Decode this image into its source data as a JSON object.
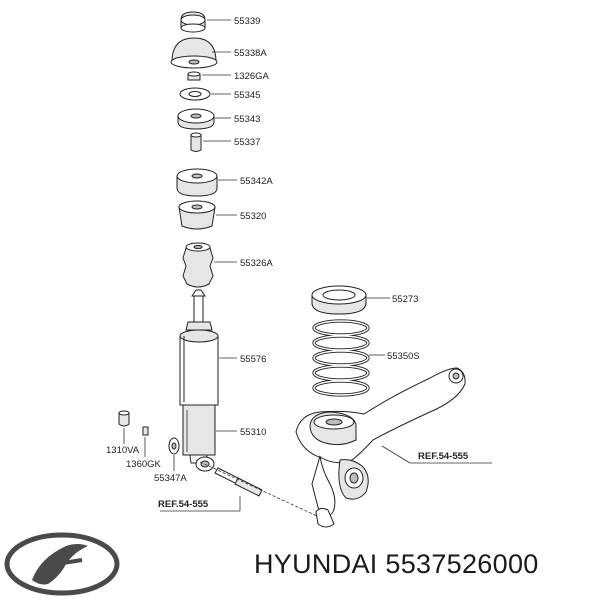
{
  "parts": [
    {
      "id": "p1",
      "label": "55339"
    },
    {
      "id": "p2",
      "label": "55338A"
    },
    {
      "id": "p3",
      "label": "1326GA"
    },
    {
      "id": "p4",
      "label": "55345"
    },
    {
      "id": "p5",
      "label": "55343"
    },
    {
      "id": "p6",
      "label": "55337"
    },
    {
      "id": "p7",
      "label": "55342A"
    },
    {
      "id": "p8",
      "label": "55320"
    },
    {
      "id": "p9",
      "label": "55326A"
    },
    {
      "id": "p10",
      "label": "55576"
    },
    {
      "id": "p11",
      "label": "55310"
    },
    {
      "id": "p12",
      "label": "55273"
    },
    {
      "id": "p13",
      "label": "55350S"
    },
    {
      "id": "p14",
      "label": "1310VA"
    },
    {
      "id": "p15",
      "label": "1360GK"
    },
    {
      "id": "p16",
      "label": "55347A"
    }
  ],
  "refs": [
    {
      "id": "r1",
      "label": "REF.54-555"
    },
    {
      "id": "r2",
      "label": "REF.54-555"
    }
  ],
  "brand": {
    "logo": "hyundai-logo",
    "caption": "HYUNDAI 5537526000"
  }
}
